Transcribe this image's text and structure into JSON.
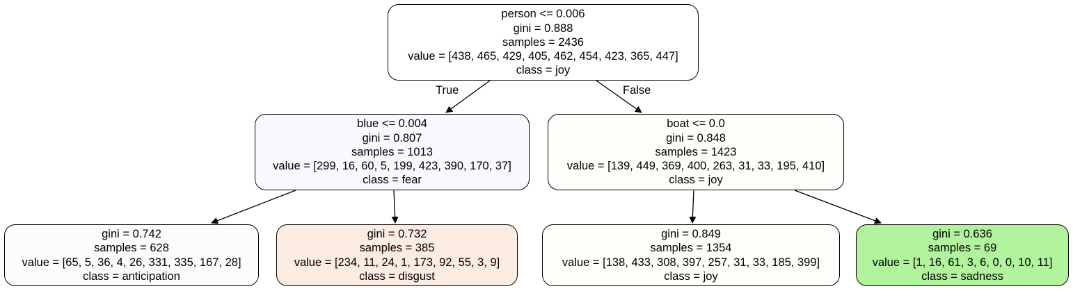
{
  "tree": {
    "root": {
      "split": "person <= 0.006",
      "gini": "gini = 0.888",
      "samples": "samples = 2436",
      "value": "value = [438, 465, 429, 405, 462, 454, 423, 365, 447]",
      "class": "class = joy",
      "fill": "#ffffff"
    },
    "left": {
      "split": "blue <= 0.004",
      "gini": "gini = 0.807",
      "samples": "samples = 1013",
      "value": "value = [299, 16, 60, 5, 199, 423, 390, 170, 37]",
      "class": "class = fear",
      "fill": "#f7f9fe"
    },
    "right": {
      "split": "boat <= 0.0",
      "gini": "gini = 0.848",
      "samples": "samples = 1423",
      "value": "value = [139, 449, 369, 400, 263, 31, 33, 195, 410]",
      "class": "class = joy",
      "fill": "#fdfefa"
    },
    "left_left": {
      "gini": "gini = 0.742",
      "samples": "samples = 628",
      "value": "value = [65, 5, 36, 4, 26, 331, 335, 167, 28]",
      "class": "class = anticipation",
      "fill": "#fcfcfc"
    },
    "left_right": {
      "gini": "gini = 0.732",
      "samples": "samples = 385",
      "value": "value = [234, 11, 24, 1, 173, 92, 55, 3, 9]",
      "class": "class = disgust",
      "fill": "#fbebe1"
    },
    "right_left": {
      "gini": "gini = 0.849",
      "samples": "samples = 1354",
      "value": "value = [138, 433, 308, 397, 257, 31, 33, 185, 399]",
      "class": "class = joy",
      "fill": "#fdfef9"
    },
    "right_right": {
      "gini": "gini = 0.636",
      "samples": "samples = 69",
      "value": "value = [1, 16, 61, 3, 6, 0, 0, 10, 11]",
      "class": "class = sadness",
      "fill": "#b2f39e"
    }
  },
  "edge_labels": {
    "true_label": "True",
    "false_label": "False"
  }
}
